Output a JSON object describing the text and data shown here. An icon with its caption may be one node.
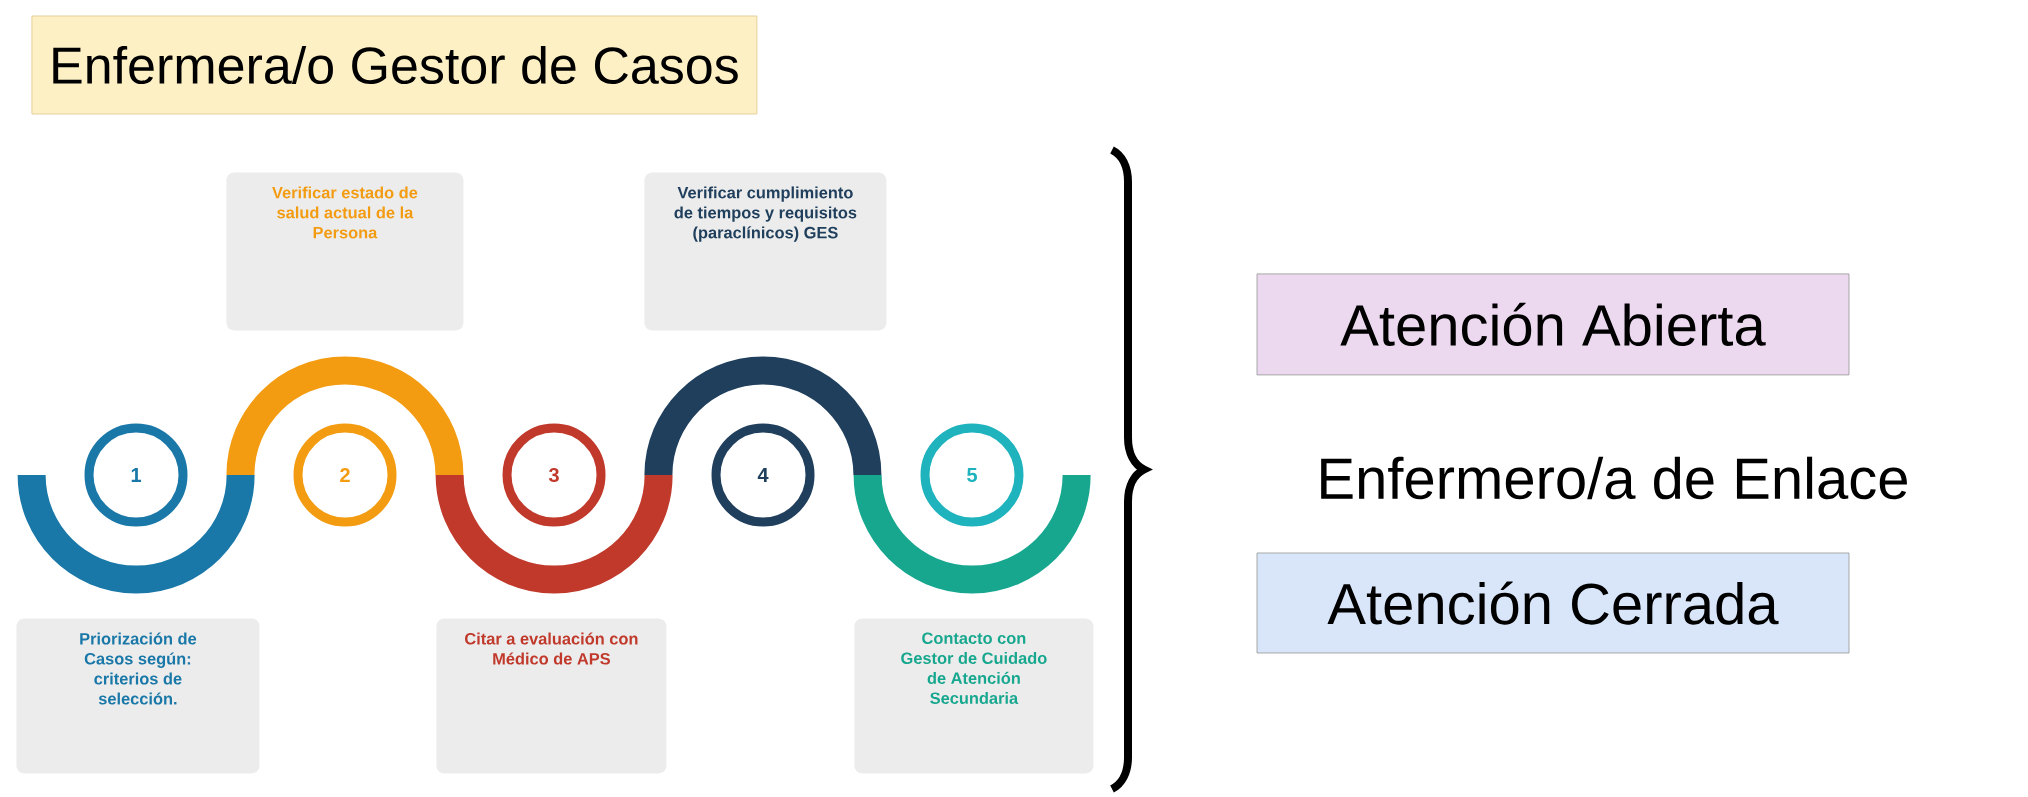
{
  "diagram": {
    "nodes": [
      {
        "text": [
          "Enfermera/o Gestor de Casos"
        ]
      },
      {
        "text": [
          "1"
        ]
      },
      {
        "text": [
          "Priorización de Casos según: criterios de selección."
        ]
      },
      {
        "text": [
          "2"
        ]
      },
      {
        "text": [
          "Verificar estado de salud actual de la Persona"
        ]
      },
      {
        "text": [
          "3"
        ]
      },
      {
        "text": [
          "Citar a evaluación con Médico de APS"
        ]
      },
      {
        "text": [
          "4"
        ]
      },
      {
        "text": [
          "Verificar cumplimiento de tiempos y requisitos (paraclínicos) GES"
        ]
      },
      {
        "text": [
          "5"
        ]
      },
      {
        "text": [
          "Contacto con Gestor de Cuidado de Atención Secundaria"
        ]
      },
      {
        "text": [
          "Atención Abierta"
        ]
      },
      {
        "text": [
          "Atención Cerrada"
        ]
      }
    ],
    "labels": [
      "Enfermero/a de Enlace"
    ]
  }
}
